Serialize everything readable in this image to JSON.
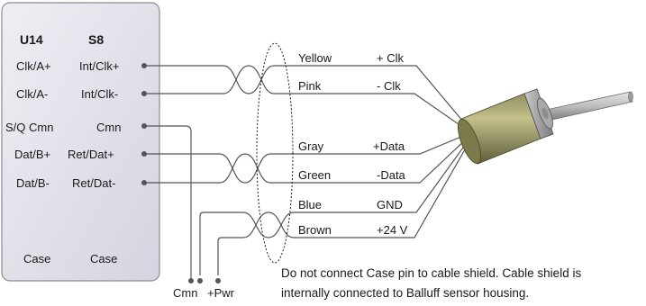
{
  "connector": {
    "headers": [
      "U14",
      "S8"
    ],
    "pins": [
      {
        "u14": "Clk/A+",
        "s8": "Int/Clk+"
      },
      {
        "u14": "Clk/A-",
        "s8": "Int/Clk-"
      },
      {
        "u14": "S/Q Cmn",
        "s8": "Cmn"
      },
      {
        "u14": "Dat/B+",
        "s8": "Ret/Dat+"
      },
      {
        "u14": "Dat/B-",
        "s8": "Ret/Dat-"
      }
    ],
    "case_labels": [
      "Case",
      "Case"
    ]
  },
  "wires": [
    {
      "color": "Yellow",
      "signal": "+ Clk"
    },
    {
      "color": "Pink",
      "signal": "- Clk"
    },
    {
      "color": "Gray",
      "signal": "+Data"
    },
    {
      "color": "Green",
      "signal": "-Data"
    },
    {
      "color": "Blue",
      "signal": "GND"
    },
    {
      "color": "Brown",
      "signal": "+24 V"
    }
  ],
  "supply": {
    "cmn": "Cmn",
    "pwr": "+Pwr"
  },
  "note": {
    "line1": "Do not connect Case pin to cable shield. Cable shield is",
    "line2": "internally connected to Balluff sensor housing."
  }
}
